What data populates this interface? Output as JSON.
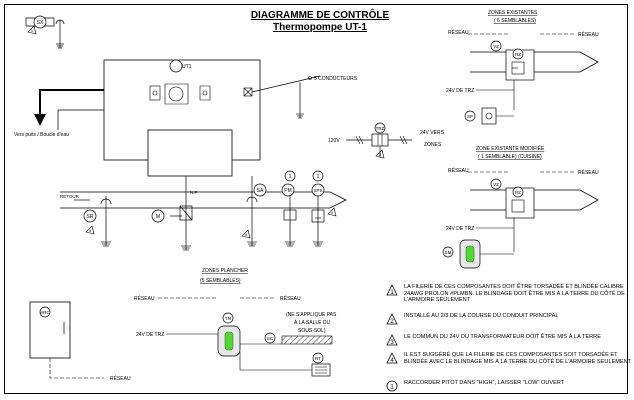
{
  "title": "DIAGRAMME DE CONTRÔLE",
  "subtitle": "Thermopompe UT-1",
  "tags": {
    "sx": "SX",
    "ut1": "UT1",
    "rz_top": "RZ",
    "vz_top": "VZ",
    "sp": "SP",
    "trz": "TRZ",
    "rz_mid": "RZ",
    "vz_mid": "VZ",
    "sr": "SR",
    "m": "M",
    "sa": "SA",
    "pm": "PM",
    "sps": "SPS",
    "sm": "SM",
    "arc": "ARC",
    "tn": "TN",
    "sc": "SC",
    "rt": "RT"
  },
  "labels": {
    "conducteurs": "5 CONDUCTEURS",
    "vers_puits": "Vers puits / Boucle d'eau",
    "retour": "RETOUR",
    "nf": "N.F",
    "v120": "120V",
    "v24_zones": "24V VERS",
    "zones": "ZONES",
    "zones_existantes": "ZONES EXISTANTES",
    "six_semblables": "( 6 SEMBLABLES)",
    "zone_modifiee": "ZONE EXISTANTE MODIFIÉE",
    "un_semblable": "( 1 SEMBLABLE) (CUISINE)",
    "zones_plancher": "ZONES PLANCHER",
    "cinq_semblables": "(5 SEMBLABLES)",
    "reseau": "RÉSEAU",
    "v24_trz": "24V DE TRZ",
    "ne_sapplique_1": "(NE S'APPLIQUE PAS",
    "ne_sapplique_2": "À LA SALLE DU",
    "ne_sapplique_3": "SOUS-SOL)"
  },
  "note_numbers": {
    "n1": "1",
    "n2": "2",
    "n3": "3",
    "n4": "4"
  },
  "notes": [
    {
      "num": "1",
      "text": "LA FILERIE DE CES COMPOSANTES DOIT ÊTRE TORSADÉE ET BLINDÉE CALIBRE 24AWG PROLON #PLMBN. LE BLINDAGE DOIT ÊTRE MIS À LA TERRE DU CÔTÉ DE L'ARMOIRE SEULEMENT"
    },
    {
      "num": "2",
      "text": "INSTALLÉ AU 2/3 DE LA COURSE DU CONDUIT PRINCIPAL"
    },
    {
      "num": "3",
      "text": "LE COMMUN DU 24V DU TRANSFORMATEUR DOIT ÊTRE MIS À LA TERRE"
    },
    {
      "num": "4",
      "text": "IL EST SUGGÉRÉ QUE LA FILERIE DE CES COMPOSANTES SOIT TORSADÉE ET BLINDÉE AVEC LE BLINDAGE MIS À LA TERRE DU CÔTÉ DE L'ARMOIRE SEULEMENT"
    },
    {
      "num": "1",
      "text": "RACCORDER PITOT DANS \"HIGH\", LAISSER \"LOW\" OUVERT"
    }
  ]
}
